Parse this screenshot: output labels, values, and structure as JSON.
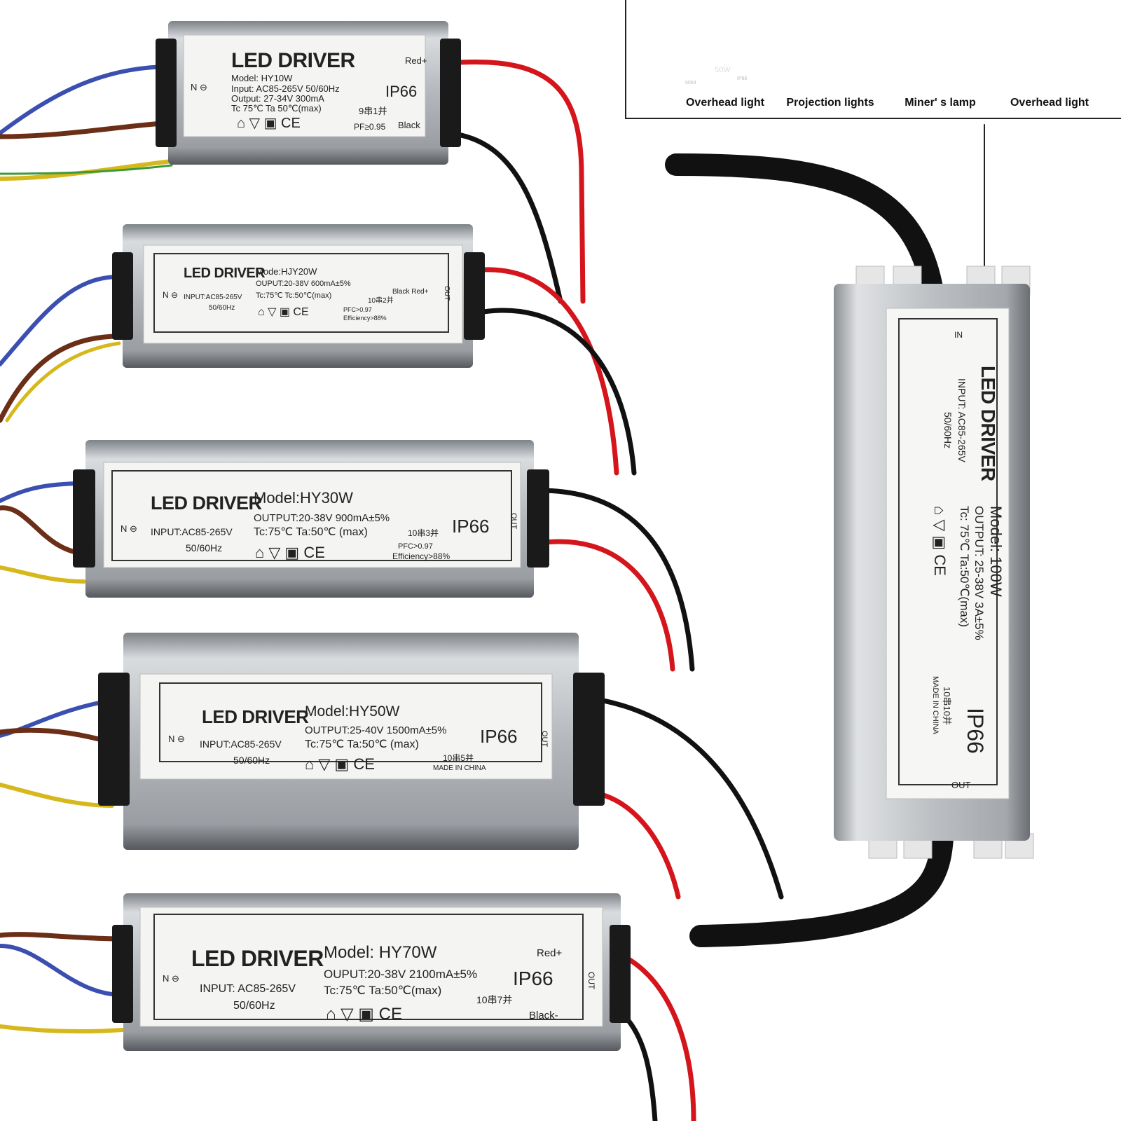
{
  "legend": {
    "items": [
      {
        "label": "Overhead light",
        "icon": "floodlight-icon"
      },
      {
        "label": "Projection lights",
        "icon": "projection-light-icon"
      },
      {
        "label": "Miner' s lamp",
        "icon": "miner-lamp-icon"
      },
      {
        "label": "Overhead light",
        "icon": "work-light-icon"
      }
    ],
    "floodlight_badge": "50W",
    "floodlight_small_left": "5054",
    "floodlight_small_right": "IP66"
  },
  "drivers": [
    {
      "title": "LED DRIVER",
      "model": "Model: HY10W",
      "input": "Input: AC85-265V  50/60Hz",
      "output": "Output: 27-34V  300mA",
      "temps": "Tc  75℃     Ta  50℃(max)",
      "series": "9串1并",
      "pf": "PF≥0.95",
      "ip": "IP66",
      "red": "Red+",
      "black": "Black",
      "in_mark": "N ⊖"
    },
    {
      "title": "LED DRIVER",
      "model": "Mode:HJY20W",
      "input": "INPUT:AC85-265V",
      "freq": "50/60Hz",
      "output": "OUPUT:20-38V   600mA±5%",
      "temps": "Tc:75℃      Tc:50℃(max)",
      "series": "10串2并",
      "pfc": "PFC>0.97",
      "eff": "Efficiency>88%",
      "black_red": "Black  Red+",
      "out": "OUT",
      "in_mark": "N ⊖"
    },
    {
      "title": "LED DRIVER",
      "model": "Model:HY30W",
      "input": "INPUT:AC85-265V",
      "freq": "50/60Hz",
      "output": "OUTPUT:20-38V   900mA±5%",
      "temps": "Tc:75℃   Ta:50℃ (max)",
      "series": "10串3并",
      "pfc": "PFC>0.97",
      "eff": "Efficiency>88%",
      "ip": "IP66",
      "out": "OUT",
      "in_mark": "N ⊖"
    },
    {
      "title": "LED DRIVER",
      "model": "Model:HY50W",
      "input": "INPUT:AC85-265V",
      "freq": "50/60Hz",
      "output": "OUTPUT:25-40V   1500mA±5%",
      "temps": "Tc:75℃   Ta:50℃ (max)",
      "series": "10串5并",
      "made": "MADE IN CHINA",
      "ip": "IP66",
      "out": "OUT",
      "in_mark": "N ⊖"
    },
    {
      "title": "LED DRIVER",
      "model": "Model: HY70W",
      "input": "INPUT: AC85-265V",
      "freq": "50/60Hz",
      "output": "OUPUT:20-38V  2100mA±5%",
      "temps": "Tc:75℃        Ta:50℃(max)",
      "series": "10串7并",
      "ip": "IP66",
      "red": "Red+",
      "black": "Black-",
      "out": "OUT",
      "in_mark": "N ⊖"
    }
  ],
  "driver_100w": {
    "title": "LED DRIVER",
    "input": "INPUT: AC85-265V",
    "freq": "50/60Hz",
    "model": "Model: 100W",
    "output": "OUTPUT: 25-38V   3A±5%",
    "temps": "Tc: 75℃     Ta:50℃(max)",
    "series": "10串10并",
    "made": "MADE IN CHINA",
    "ip": "IP66",
    "in": "IN",
    "out": "OUT"
  },
  "colors": {
    "wire_red": "#d4161c",
    "wire_black": "#111111",
    "wire_blue": "#3a4fb0",
    "wire_brown": "#6b2e17",
    "wire_yellow": "#d6b81c",
    "wire_green": "#3d9a3a",
    "case_silver": "#b8bcc0",
    "label_white": "#f4f4f2"
  }
}
